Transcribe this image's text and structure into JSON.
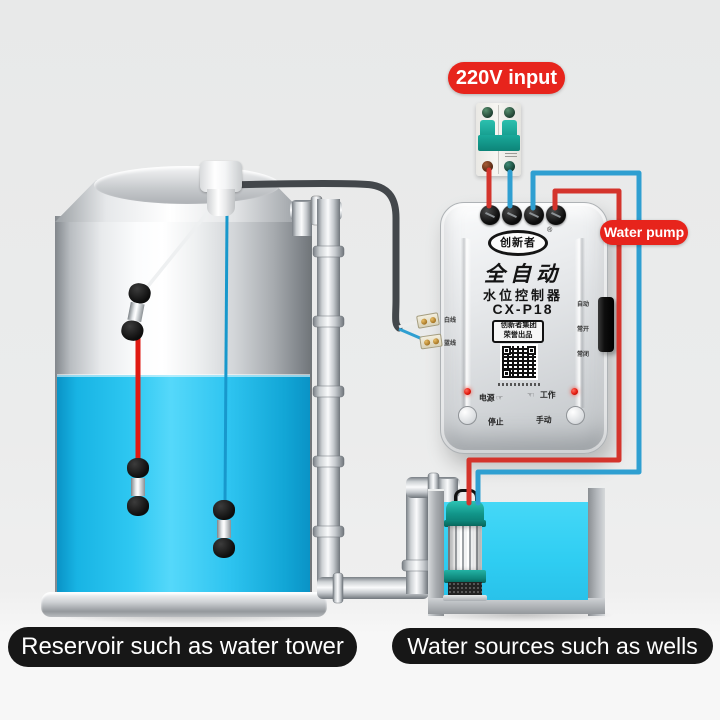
{
  "labels": {
    "input_220v": "220V input",
    "water_pump": "Water pump",
    "reservoir_pill": "Reservoir such as water tower",
    "water_source_pill": "Water sources such as wells"
  },
  "controller": {
    "brand": "创新者",
    "reg_mark": "®",
    "product_title": "全自动",
    "product_subtitle": "水位控制器",
    "model": "CX-P18",
    "company_line1": "创新者集团",
    "company_line2": "荣誉出品",
    "panel_labels": {
      "power": "电源",
      "work": "工作",
      "stop": "停止",
      "manual": "手动"
    },
    "left_wire_labels": [
      "白线",
      "蓝线"
    ],
    "right_side_labels": [
      "自动",
      "常开",
      "常闭"
    ],
    "icons": {
      "hand_right": "☞",
      "hand_left": "☜"
    }
  },
  "colors": {
    "accent_red": "#e7241c",
    "wire_red": "#d4342c",
    "wire_blue": "#2f9fd1",
    "tank_water": "#2fc8f2",
    "well_water": "#2fcdf2",
    "pump_teal": "#119488",
    "pill_black": "#171717"
  }
}
